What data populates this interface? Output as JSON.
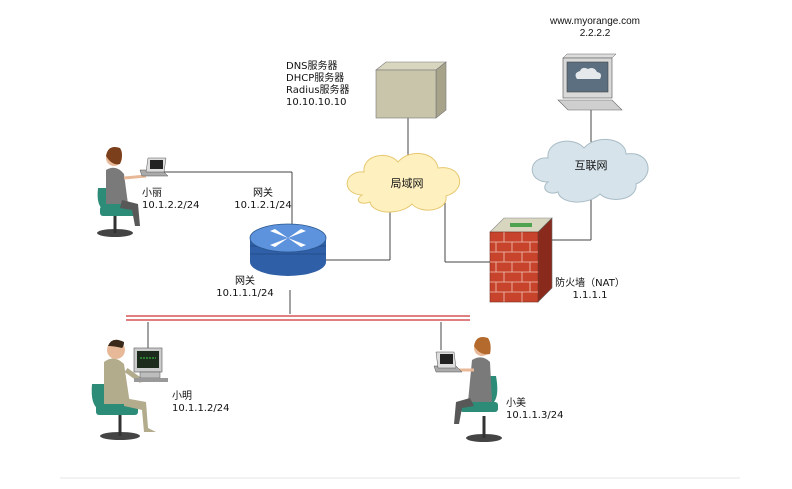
{
  "labels": {
    "server": [
      "DNS服务器",
      "DHCP服务器",
      "Radius服务器",
      "10.10.10.10"
    ],
    "website": [
      "www.myorange.com",
      "2.2.2.2"
    ],
    "lan": "局域网",
    "internet": "互联网",
    "xiaoli": [
      "小丽",
      "10.1.2.2/24"
    ],
    "gateway_top": [
      "网关",
      "10.1.2.1/24"
    ],
    "gateway_bottom": [
      "网关",
      "10.1.1.1/24"
    ],
    "firewall": [
      "防火墙（NAT）",
      "1.1.1.1"
    ],
    "xiaoming": [
      "小明",
      "10.1.1.2/24"
    ],
    "xiaomei": [
      "小美",
      "10.1.1.3/24"
    ]
  },
  "colors": {
    "cloud_lan": "#fff0c0",
    "cloud_internet": "#d6e3ea",
    "router": "#3d76c9",
    "firewall_brick": "#c8432c",
    "bus_line": "#cc3333",
    "wire": "#444444"
  },
  "icons": {
    "server": "server-tower-icon",
    "website": "monitor-icon",
    "router": "router-icon",
    "firewall": "firewall-icon",
    "user": "user-at-computer-icon"
  }
}
